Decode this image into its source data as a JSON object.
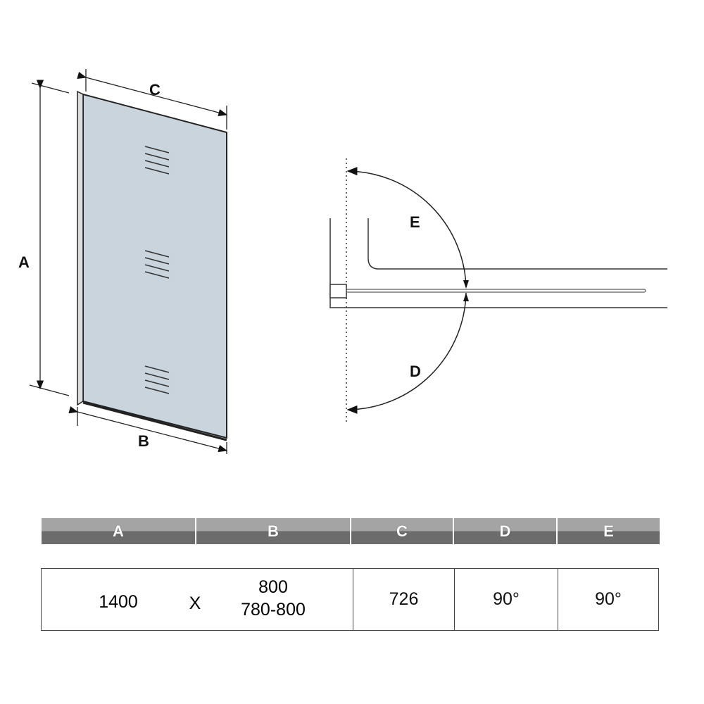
{
  "diagram": {
    "labels": {
      "a": "A",
      "b": "B",
      "c": "C",
      "d": "D",
      "e": "E"
    },
    "glass_color": "#c9d4dd"
  },
  "table": {
    "headers": [
      "A",
      "B",
      "C",
      "D",
      "E"
    ],
    "values": {
      "a": "1400",
      "separator": "X",
      "b_line1": "800",
      "b_line2": "780-800",
      "c": "726",
      "d": "90°",
      "e": "90°"
    }
  }
}
